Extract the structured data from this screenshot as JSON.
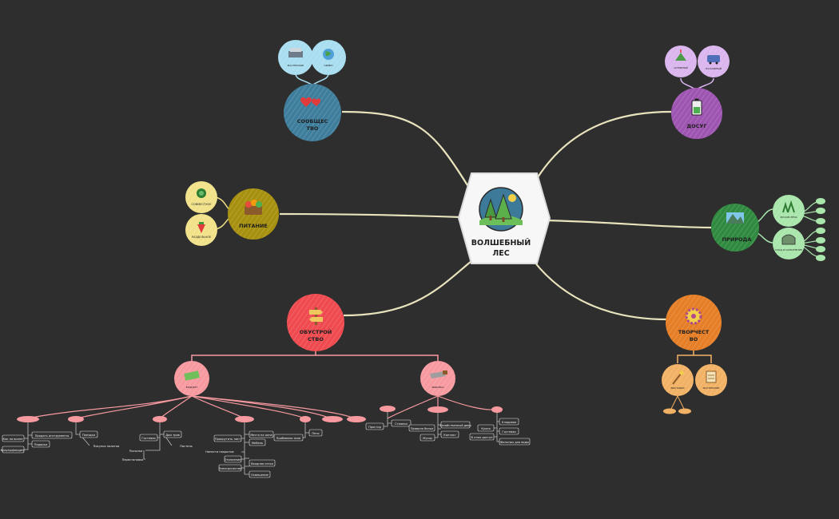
{
  "center": {
    "title_line1": "ВОЛШЕБНЫЙ",
    "title_line2": "ЛЕС"
  },
  "colors": {
    "background": "#2e2e2e",
    "connector": "#e9e3bd",
    "community": "#3e7e9c",
    "community_sub": "#a8def0",
    "leisure": "#9e55b2",
    "leisure_sub": "#dab5ee",
    "nutrition": "#a8900f",
    "nutrition_sub": "#f1e289",
    "nature": "#2f8a3f",
    "nature_sub": "#a9e6ac",
    "arrangement": "#ee4a4f",
    "arrangement_sub": "#f79aa0",
    "creativity": "#e57e26",
    "creativity_sub": "#f2b265"
  },
  "branches": {
    "community": {
      "line1": "СООБЩЕС",
      "line2": "ТВО",
      "icon": "hearts-icon",
      "subs": [
        {
          "label": "МАСТЕРСКИЕ",
          "icon": "workshop-icon"
        },
        {
          "label": "ОБМЕН",
          "icon": "globe-icon"
        }
      ]
    },
    "leisure": {
      "line1": "ДОСУГ",
      "icon": "battery-icon",
      "subs": [
        {
          "label": "АКТИВНЫЙ",
          "icon": "mountain-icon"
        },
        {
          "label": "ПАССИВНЫЙ",
          "icon": "bus-icon"
        }
      ]
    },
    "nutrition": {
      "line1": "ПИТАНИЕ",
      "icon": "vegetable-basket-icon",
      "subs": [
        {
          "label": "СОВМЕСТНОЕ",
          "icon": "melon-icon"
        },
        {
          "label": "РАЗДЕЛЬНОЕ",
          "icon": "strawberry-icon"
        }
      ]
    },
    "nature": {
      "line1": "ПРИРОДА",
      "icon": "mountain-landscape-icon",
      "subs": [
        {
          "label": "ЭКОСИСТЕМА",
          "icon": "flora-icon"
        },
        {
          "label": "УХОД И СОХРАНЕНИЕ",
          "icon": "greenhouse-icon"
        }
      ]
    },
    "arrangement": {
      "line1": "ОБУСТРОЙ",
      "line2": "СТВО",
      "icon": "signpost-icon",
      "subs": [
        {
          "label": "БЮДЖЕТ",
          "icon": "money-icon"
        },
        {
          "label": "ВЫБОРКА",
          "icon": "saw-icon"
        }
      ]
    },
    "creativity": {
      "line1": "ТВОРЧЕСТ",
      "line2": "ВО",
      "icon": "flower-icon",
      "subs": [
        {
          "label": "ВЫСТАВКИ",
          "icon": "wand-icon"
        },
        {
          "label": "МАСТЕРСКИЕ",
          "icon": "scroll-icon"
        }
      ]
    }
  },
  "leaves": {
    "l1": "Продать инструменты",
    "l2": "Подарки",
    "l3": "Как на волне",
    "l4": "Краундфандинг",
    "l5": "Поездки",
    "l6": "Покупка палатки",
    "l7": "Гостевая",
    "l8": "Дом трав",
    "l9": "Посылки",
    "l10": "Перестановка",
    "l11": "Постель",
    "l12": "Прокрутить лист",
    "l13": "Нанести покрытие",
    "l14": "Отопление",
    "l15": "Электричество",
    "l16": "Место на окна",
    "l17": "Мебель",
    "l18": "Входная сетка",
    "l19": "Освещение",
    "l20": "Прибавили зона",
    "l21": "Печь",
    "l22": "Стоянки",
    "l23": "Простор",
    "l24": "Правила белья",
    "l25": "Мусор",
    "l26": "Хозяйственный двор",
    "l27": "Контакт",
    "l28": "Кладовая",
    "l29": "Кухня",
    "l30": "Гостевая",
    "l31": "В этом доступ",
    "l32": "Фильтры для воды"
  }
}
